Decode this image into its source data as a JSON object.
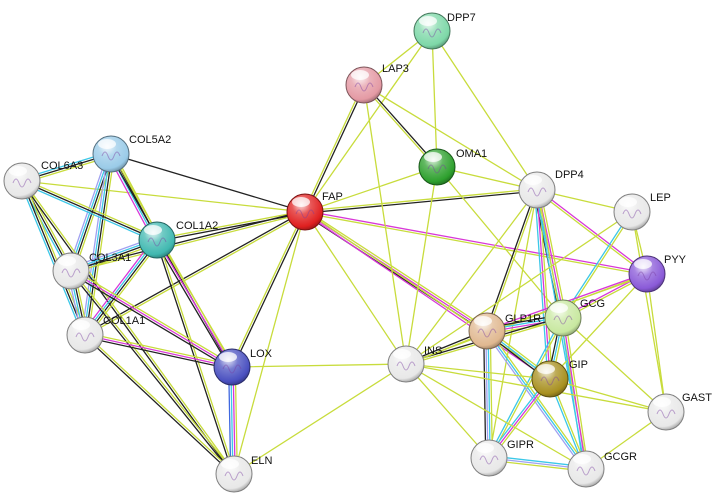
{
  "edge_colors": {
    "textmining": "#c8dc3c",
    "coexpression": "#222222",
    "experiments": "#d838d8",
    "databases": "#3cc8e8",
    "neighborhood": "#4068e0",
    "homology": "#a0a0f0"
  },
  "nodes": [
    {
      "id": "DPP7",
      "label": "DPP7",
      "color": "#7ed8a8"
    },
    {
      "id": "LAP3",
      "label": "LAP3",
      "color": "#e49aa4"
    },
    {
      "id": "OMA1",
      "label": "OMA1",
      "color": "#2ea02e"
    },
    {
      "id": "FAP",
      "label": "FAP",
      "color": "#e02020"
    },
    {
      "id": "DPP4",
      "label": "DPP4",
      "color": "#e8e8e8"
    },
    {
      "id": "LEP",
      "label": "LEP",
      "color": "#e8e8e8"
    },
    {
      "id": "PYY",
      "label": "PYY",
      "color": "#8a5ad8"
    },
    {
      "id": "GCG",
      "label": "GCG",
      "color": "#c8e8a0"
    },
    {
      "id": "GLP1R",
      "label": "GLP1R",
      "color": "#e0b890"
    },
    {
      "id": "GIP",
      "label": "GIP",
      "color": "#a89020"
    },
    {
      "id": "INS",
      "label": "INS",
      "color": "#e8e8e8"
    },
    {
      "id": "GAST",
      "label": "GAST",
      "color": "#e8e8e8"
    },
    {
      "id": "GIPR",
      "label": "GIPR",
      "color": "#e8e8e8"
    },
    {
      "id": "GCGR",
      "label": "GCGR",
      "color": "#e8e8e8"
    },
    {
      "id": "COL5A2",
      "label": "COL5A2",
      "color": "#9acbe8"
    },
    {
      "id": "COL6A3",
      "label": "COL6A3",
      "color": "#e8e8e8"
    },
    {
      "id": "COL1A2",
      "label": "COL1A2",
      "color": "#40b8b0"
    },
    {
      "id": "COL3A1",
      "label": "COL3A1",
      "color": "#e8e8e8"
    },
    {
      "id": "COL1A1",
      "label": "COL1A1",
      "color": "#e8e8e8"
    },
    {
      "id": "LOX",
      "label": "LOX",
      "color": "#4a50c0"
    },
    {
      "id": "ELN",
      "label": "ELN",
      "color": "#e8e8e8"
    }
  ],
  "edges": [
    {
      "source": "FAP",
      "target": "LAP3",
      "types": [
        "textmining",
        "coexpression"
      ]
    },
    {
      "source": "FAP",
      "target": "DPP7",
      "types": [
        "textmining"
      ]
    },
    {
      "source": "FAP",
      "target": "OMA1",
      "types": [
        "textmining"
      ]
    },
    {
      "source": "FAP",
      "target": "DPP4",
      "types": [
        "textmining",
        "coexpression"
      ]
    },
    {
      "source": "FAP",
      "target": "PYY",
      "types": [
        "experiments",
        "textmining"
      ]
    },
    {
      "source": "FAP",
      "target": "GLP1R",
      "types": [
        "textmining",
        "experiments",
        "coexpression"
      ]
    },
    {
      "source": "FAP",
      "target": "GIP",
      "types": [
        "textmining",
        "experiments"
      ]
    },
    {
      "source": "FAP",
      "target": "INS",
      "types": [
        "textmining"
      ]
    },
    {
      "source": "FAP",
      "target": "COL5A2",
      "types": [
        "coexpression"
      ]
    },
    {
      "source": "FAP",
      "target": "COL6A3",
      "types": [
        "textmining"
      ]
    },
    {
      "source": "FAP",
      "target": "COL1A2",
      "types": [
        "coexpression",
        "textmining"
      ]
    },
    {
      "source": "FAP",
      "target": "COL3A1",
      "types": [
        "textmining",
        "coexpression"
      ]
    },
    {
      "source": "FAP",
      "target": "COL1A1",
      "types": [
        "textmining",
        "coexpression"
      ]
    },
    {
      "source": "FAP",
      "target": "LOX",
      "types": [
        "coexpression",
        "textmining"
      ]
    },
    {
      "source": "LAP3",
      "target": "OMA1",
      "types": [
        "coexpression",
        "textmining"
      ]
    },
    {
      "source": "LAP3",
      "target": "DPP4",
      "types": [
        "textmining"
      ]
    },
    {
      "source": "LAP3",
      "target": "INS",
      "types": [
        "textmining"
      ]
    },
    {
      "source": "DPP7",
      "target": "OMA1",
      "types": [
        "textmining"
      ]
    },
    {
      "source": "DPP7",
      "target": "DPP4",
      "types": [
        "textmining"
      ]
    },
    {
      "source": "DPP7",
      "target": "LAP3",
      "types": [
        "textmining"
      ]
    },
    {
      "source": "OMA1",
      "target": "DPP4",
      "types": [
        "textmining"
      ]
    },
    {
      "source": "OMA1",
      "target": "INS",
      "types": [
        "textmining"
      ]
    },
    {
      "source": "OMA1",
      "target": "GCG",
      "types": [
        "textmining"
      ]
    },
    {
      "source": "DPP4",
      "target": "LEP",
      "types": [
        "textmining"
      ]
    },
    {
      "source": "DPP4",
      "target": "PYY",
      "types": [
        "experiments",
        "textmining"
      ]
    },
    {
      "source": "DPP4",
      "target": "GCG",
      "types": [
        "textmining",
        "experiments",
        "databases",
        "coexpression"
      ]
    },
    {
      "source": "DPP4",
      "target": "GLP1R",
      "types": [
        "textmining",
        "coexpression"
      ]
    },
    {
      "source": "DPP4",
      "target": "GIP",
      "types": [
        "textmining",
        "experiments",
        "databases"
      ]
    },
    {
      "source": "DPP4",
      "target": "INS",
      "types": [
        "textmining"
      ]
    },
    {
      "source": "DPP4",
      "target": "GIPR",
      "types": [
        "textmining"
      ]
    },
    {
      "source": "DPP4",
      "target": "GCGR",
      "types": [
        "textmining",
        "databases"
      ]
    },
    {
      "source": "LEP",
      "target": "PYY",
      "types": [
        "textmining"
      ]
    },
    {
      "source": "LEP",
      "target": "GCG",
      "types": [
        "textmining",
        "databases"
      ]
    },
    {
      "source": "LEP",
      "target": "INS",
      "types": [
        "textmining"
      ]
    },
    {
      "source": "LEP",
      "target": "GAST",
      "types": [
        "textmining"
      ]
    },
    {
      "source": "PYY",
      "target": "GCG",
      "types": [
        "textmining",
        "experiments"
      ]
    },
    {
      "source": "PYY",
      "target": "GLP1R",
      "types": [
        "textmining",
        "experiments"
      ]
    },
    {
      "source": "PYY",
      "target": "GIP",
      "types": [
        "textmining"
      ]
    },
    {
      "source": "PYY",
      "target": "GAST",
      "types": [
        "textmining"
      ]
    },
    {
      "source": "PYY",
      "target": "INS",
      "types": [
        "textmining"
      ]
    },
    {
      "source": "GCG",
      "target": "GLP1R",
      "types": [
        "textmining",
        "experiments",
        "databases",
        "coexpression"
      ]
    },
    {
      "source": "GCG",
      "target": "GIP",
      "types": [
        "textmining",
        "databases",
        "coexpression"
      ]
    },
    {
      "source": "GCG",
      "target": "INS",
      "types": [
        "textmining",
        "coexpression"
      ]
    },
    {
      "source": "GCG",
      "target": "GIPR",
      "types": [
        "textmining",
        "databases"
      ]
    },
    {
      "source": "GCG",
      "target": "GCGR",
      "types": [
        "textmining",
        "experiments",
        "databases"
      ]
    },
    {
      "source": "GCG",
      "target": "GAST",
      "types": [
        "textmining"
      ]
    },
    {
      "source": "GLP1R",
      "target": "GIP",
      "types": [
        "textmining",
        "databases",
        "coexpression"
      ]
    },
    {
      "source": "GLP1R",
      "target": "INS",
      "types": [
        "textmining",
        "coexpression"
      ]
    },
    {
      "source": "GLP1R",
      "target": "GIPR",
      "types": [
        "textmining",
        "databases",
        "homology",
        "coexpression"
      ]
    },
    {
      "source": "GLP1R",
      "target": "GCGR",
      "types": [
        "textmining",
        "databases",
        "homology"
      ]
    },
    {
      "source": "GIP",
      "target": "INS",
      "types": [
        "textmining"
      ]
    },
    {
      "source": "GIP",
      "target": "GIPR",
      "types": [
        "textmining",
        "experiments",
        "databases"
      ]
    },
    {
      "source": "GIP",
      "target": "GCGR",
      "types": [
        "textmining",
        "databases"
      ]
    },
    {
      "source": "GIP",
      "target": "GAST",
      "types": [
        "textmining"
      ]
    },
    {
      "source": "INS",
      "target": "GAST",
      "types": [
        "textmining"
      ]
    },
    {
      "source": "INS",
      "target": "GIPR",
      "types": [
        "textmining"
      ]
    },
    {
      "source": "INS",
      "target": "GCGR",
      "types": [
        "textmining"
      ]
    },
    {
      "source": "INS",
      "target": "LOX",
      "types": [
        "textmining"
      ]
    },
    {
      "source": "INS",
      "target": "ELN",
      "types": [
        "textmining"
      ]
    },
    {
      "source": "GIPR",
      "target": "GCGR",
      "types": [
        "databases",
        "homology",
        "textmining"
      ]
    },
    {
      "source": "GCGR",
      "target": "GAST",
      "types": [
        "textmining"
      ]
    },
    {
      "source": "COL5A2",
      "target": "COL6A3",
      "types": [
        "textmining",
        "coexpression",
        "databases"
      ]
    },
    {
      "source": "COL5A2",
      "target": "COL1A2",
      "types": [
        "textmining",
        "coexpression",
        "databases",
        "experiments"
      ]
    },
    {
      "source": "COL5A2",
      "target": "COL3A1",
      "types": [
        "textmining",
        "coexpression",
        "databases",
        "homology"
      ]
    },
    {
      "source": "COL5A2",
      "target": "COL1A1",
      "types": [
        "textmining",
        "coexpression",
        "databases",
        "homology"
      ]
    },
    {
      "source": "COL5A2",
      "target": "LOX",
      "types": [
        "textmining",
        "coexpression"
      ]
    },
    {
      "source": "COL6A3",
      "target": "COL1A2",
      "types": [
        "textmining",
        "coexpression",
        "databases"
      ]
    },
    {
      "source": "COL6A3",
      "target": "COL3A1",
      "types": [
        "textmining",
        "coexpression",
        "databases"
      ]
    },
    {
      "source": "COL6A3",
      "target": "COL1A1",
      "types": [
        "textmining",
        "coexpression",
        "databases"
      ]
    },
    {
      "source": "COL6A3",
      "target": "ELN",
      "types": [
        "textmining",
        "coexpression"
      ]
    },
    {
      "source": "COL1A2",
      "target": "COL3A1",
      "types": [
        "textmining",
        "coexpression",
        "databases",
        "homology"
      ]
    },
    {
      "source": "COL1A2",
      "target": "COL1A1",
      "types": [
        "textmining",
        "coexpression",
        "databases",
        "experiments"
      ]
    },
    {
      "source": "COL1A2",
      "target": "LOX",
      "types": [
        "textmining",
        "experiments",
        "coexpression"
      ]
    },
    {
      "source": "COL1A2",
      "target": "ELN",
      "types": [
        "textmining",
        "coexpression"
      ]
    },
    {
      "source": "COL3A1",
      "target": "COL1A1",
      "types": [
        "textmining",
        "coexpression",
        "databases",
        "homology"
      ]
    },
    {
      "source": "COL3A1",
      "target": "LOX",
      "types": [
        "textmining",
        "experiments",
        "coexpression"
      ]
    },
    {
      "source": "COL3A1",
      "target": "ELN",
      "types": [
        "textmining",
        "coexpression"
      ]
    },
    {
      "source": "COL1A1",
      "target": "LOX",
      "types": [
        "textmining",
        "experiments",
        "coexpression"
      ]
    },
    {
      "source": "COL1A1",
      "target": "ELN",
      "types": [
        "textmining",
        "coexpression"
      ]
    },
    {
      "source": "LOX",
      "target": "ELN",
      "types": [
        "textmining",
        "experiments",
        "databases",
        "neighborhood"
      ]
    },
    {
      "source": "FAP",
      "target": "ELN",
      "types": [
        "textmining"
      ]
    }
  ]
}
